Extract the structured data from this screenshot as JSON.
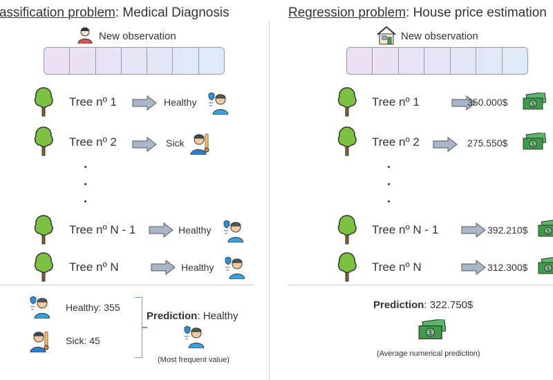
{
  "classification": {
    "title_bold": "Classification problem",
    "title_rest": ": Medical Diagnosis",
    "new_observation": "New observation",
    "trees": [
      {
        "label": "Tree nº 1",
        "result": "Healthy"
      },
      {
        "label": "Tree nº 2",
        "result": "Sick"
      },
      {
        "label": "Tree nº N - 1",
        "result": "Healthy"
      },
      {
        "label": "Tree nº N",
        "result": "Healthy"
      }
    ],
    "dots": ".",
    "counts": [
      {
        "label": "Healthy: 355"
      },
      {
        "label": "Sick: 45"
      }
    ],
    "prediction_label": "Prediction",
    "prediction_value": ": Healthy",
    "note": "(Most frequent value)"
  },
  "regression": {
    "title_bold": "Regression problem",
    "title_rest": ": House price estimation",
    "new_observation": "New observation",
    "trees": [
      {
        "label": "Tree nº 1",
        "result": "350.000$"
      },
      {
        "label": "Tree nº 2",
        "result": "275.550$"
      },
      {
        "label": "Tree nº N - 1",
        "result": "392.210$"
      },
      {
        "label": "Tree nº N",
        "result": "312.300$"
      }
    ],
    "dots": ".",
    "prediction_label": "Prediction",
    "prediction_value": ": 322.750$",
    "note": "(Average numerical prediction)"
  },
  "colors": {
    "tree": "#7cc242",
    "arrow": "#a9b6c9",
    "bracket": "#6a9ad4",
    "money": "#3f9b4a"
  }
}
